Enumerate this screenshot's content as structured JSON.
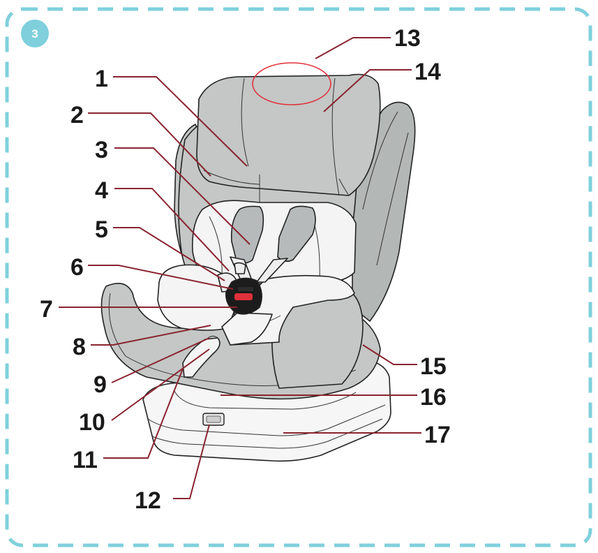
{
  "step_badge": "3",
  "colors": {
    "frame": "#7fd0dc",
    "shell": "#c4c7c6",
    "shell_dark": "#b3b7b6",
    "cushion": "#f4f4f4",
    "base": "#f6f6f6",
    "leader": "#8a2430",
    "highlight": "#e0313a",
    "buckle": "#1c1c1c"
  },
  "callouts": [
    {
      "num": "1"
    },
    {
      "num": "2"
    },
    {
      "num": "3"
    },
    {
      "num": "4"
    },
    {
      "num": "5"
    },
    {
      "num": "6"
    },
    {
      "num": "7"
    },
    {
      "num": "8"
    },
    {
      "num": "9"
    },
    {
      "num": "10"
    },
    {
      "num": "11"
    },
    {
      "num": "12"
    },
    {
      "num": "13"
    },
    {
      "num": "14"
    },
    {
      "num": "15"
    },
    {
      "num": "16"
    },
    {
      "num": "17"
    }
  ]
}
